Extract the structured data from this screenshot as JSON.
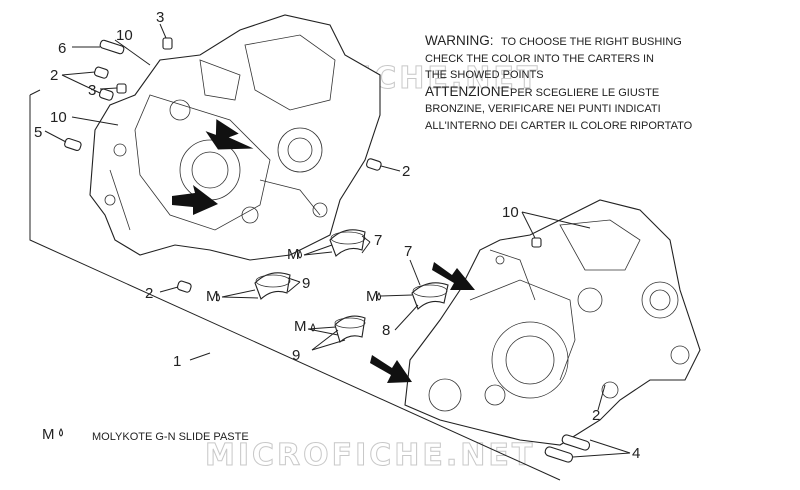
{
  "labels": {
    "n1": "1",
    "n2a": "2",
    "n2b": "2",
    "n2c": "2",
    "n2d": "2",
    "n3a": "3",
    "n3b": "3",
    "n4": "4",
    "n5": "5",
    "n6": "6",
    "n7a": "7",
    "n7b": "7",
    "n8": "8",
    "n9a": "9",
    "n9b": "9",
    "n10a": "10",
    "n10b": "10",
    "n10c": "10",
    "ma": "M",
    "mb": "M",
    "mc": "M",
    "md": "M"
  },
  "warning": {
    "head1": "WARNING:",
    "line1": "TO CHOOSE THE RIGHT BUSHING",
    "line2": "CHECK THE COLOR INTO THE CARTERS IN",
    "line3": "THE SHOWED POINTS",
    "head2": "ATTENZIONE:",
    "line4": "PER SCEGLIERE LE GIUSTE",
    "line5": "BRONZINE, VERIFICARE NEI PUNTI INDICATI",
    "line6": "ALL'INTERNO DEI CARTER IL COLORE RIPORTATO"
  },
  "legend": {
    "symbol": "M",
    "text": "MOLYKOTE G-N SLIDE PASTE"
  },
  "watermark": "MICROFICHE.NET"
}
